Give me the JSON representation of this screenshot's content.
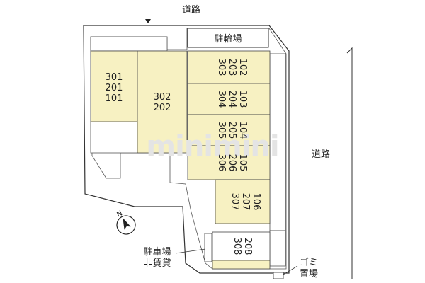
{
  "roads": {
    "top": "道路",
    "right": "道路"
  },
  "bicycle_parking": "駐輪場",
  "watermark": "minimini",
  "units": {
    "u1": [
      "301",
      "201",
      "101"
    ],
    "u2": [
      "302",
      "202"
    ],
    "u3": [
      "303",
      "203",
      "102"
    ],
    "u4": [
      "304",
      "204",
      "103"
    ],
    "u5": [
      "305",
      "205",
      "104"
    ],
    "u6": [
      "306",
      "206",
      "105"
    ],
    "u7": [
      "307",
      "207",
      "106"
    ],
    "u8": [
      "308",
      "208"
    ]
  },
  "parking": {
    "line1": "駐車場",
    "line2": "非賃貸"
  },
  "garbage": {
    "line1": "ゴミ",
    "line2": "置場"
  },
  "compass": {
    "label": "N"
  },
  "colors": {
    "unit_fill": "#f7f1c2",
    "line": "#333333"
  }
}
